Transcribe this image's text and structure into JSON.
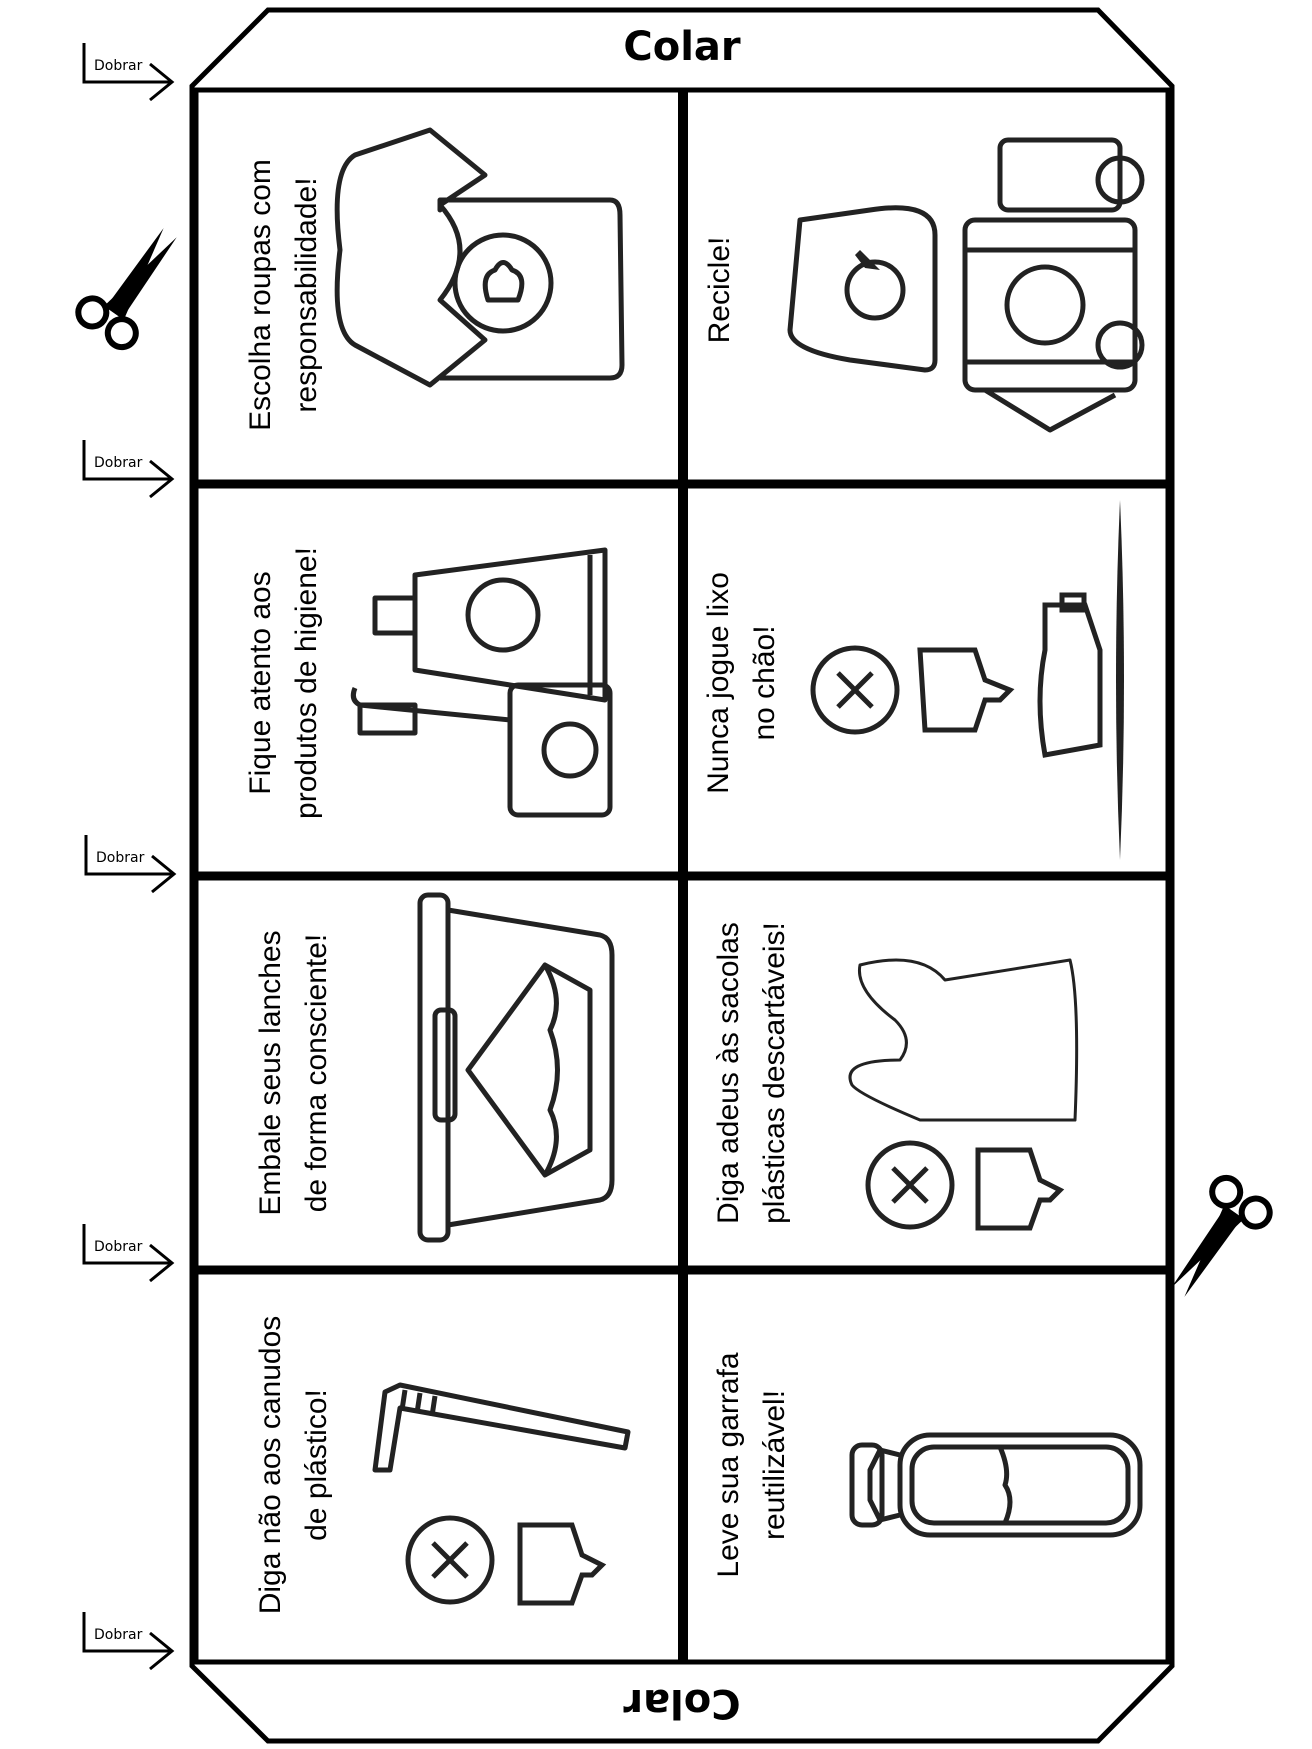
{
  "tabs": {
    "top_label": "Colar",
    "bottom_label": "Colar"
  },
  "fold_label": "Dobrar",
  "cells": [
    {
      "lines": [
        "Escolha roupas com",
        "responsabilidade!"
      ],
      "icon": "tshirt-icon"
    },
    {
      "lines": [
        "Recicle!"
      ],
      "icon": "recycling-truck-icon"
    },
    {
      "lines": [
        "Fique atento aos",
        "produtos de higiene!"
      ],
      "icon": "toothpaste-icon"
    },
    {
      "lines": [
        "Nunca jogue lixo",
        "no chão!"
      ],
      "icon": "no-littering-icon"
    },
    {
      "lines": [
        "Embale seus lanches",
        "de forma consciente!"
      ],
      "icon": "lunchbox-icon"
    },
    {
      "lines": [
        "Diga adeus às sacolas",
        "plásticas descartáveis!"
      ],
      "icon": "plastic-bag-icon"
    },
    {
      "lines": [
        "Diga não aos canudos",
        "de plástico!"
      ],
      "icon": "straw-icon"
    },
    {
      "lines": [
        "Leve sua garrafa",
        "reutilizável!"
      ],
      "icon": "reusable-bottle-icon"
    }
  ]
}
